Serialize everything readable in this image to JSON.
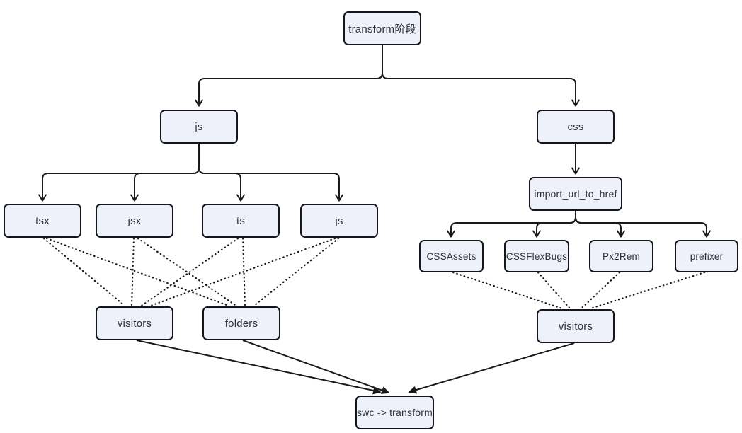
{
  "diagram_type": "flowchart",
  "colors": {
    "background": "#ffffff",
    "node_fill": "#eef1f9",
    "node_border": "#15151d",
    "node_text": "#2f2f3a",
    "edge": "#1a1a1a"
  },
  "nodes": {
    "transform_stage": {
      "label": "transform阶段"
    },
    "js_branch": {
      "label": "js"
    },
    "css_branch": {
      "label": "css"
    },
    "tsx": {
      "label": "tsx"
    },
    "jsx": {
      "label": "jsx"
    },
    "ts": {
      "label": "ts"
    },
    "js_leaf": {
      "label": "js"
    },
    "import_url_to_href": {
      "label": "import_url_to_href"
    },
    "css_assets": {
      "label": "CSSAssets"
    },
    "css_flex_bugs": {
      "label": "CSSFlexBugs"
    },
    "px2rem": {
      "label": "Px2Rem"
    },
    "prefixer": {
      "label": "prefixer"
    },
    "visitors_js": {
      "label": "visitors"
    },
    "folders": {
      "label": "folders"
    },
    "visitors_css": {
      "label": "visitors"
    },
    "swc_transform": {
      "label": "swc -> transform"
    }
  },
  "edges": [
    {
      "from": "transform_stage",
      "to": "js_branch",
      "style": "solid",
      "arrow": "open"
    },
    {
      "from": "transform_stage",
      "to": "css_branch",
      "style": "solid",
      "arrow": "open"
    },
    {
      "from": "js_branch",
      "to": "tsx",
      "style": "solid",
      "arrow": "open"
    },
    {
      "from": "js_branch",
      "to": "jsx",
      "style": "solid",
      "arrow": "open"
    },
    {
      "from": "js_branch",
      "to": "ts",
      "style": "solid",
      "arrow": "open"
    },
    {
      "from": "js_branch",
      "to": "js_leaf",
      "style": "solid",
      "arrow": "open"
    },
    {
      "from": "css_branch",
      "to": "import_url_to_href",
      "style": "solid",
      "arrow": "open"
    },
    {
      "from": "import_url_to_href",
      "to": "css_assets",
      "style": "solid",
      "arrow": "open"
    },
    {
      "from": "import_url_to_href",
      "to": "css_flex_bugs",
      "style": "solid",
      "arrow": "open"
    },
    {
      "from": "import_url_to_href",
      "to": "px2rem",
      "style": "solid",
      "arrow": "open"
    },
    {
      "from": "import_url_to_href",
      "to": "prefixer",
      "style": "solid",
      "arrow": "open"
    },
    {
      "from": "tsx",
      "to": "visitors_js",
      "style": "dotted",
      "arrow": "none"
    },
    {
      "from": "tsx",
      "to": "folders",
      "style": "dotted",
      "arrow": "none"
    },
    {
      "from": "jsx",
      "to": "visitors_js",
      "style": "dotted",
      "arrow": "none"
    },
    {
      "from": "jsx",
      "to": "folders",
      "style": "dotted",
      "arrow": "none"
    },
    {
      "from": "ts",
      "to": "visitors_js",
      "style": "dotted",
      "arrow": "none"
    },
    {
      "from": "ts",
      "to": "folders",
      "style": "dotted",
      "arrow": "none"
    },
    {
      "from": "js_leaf",
      "to": "visitors_js",
      "style": "dotted",
      "arrow": "none"
    },
    {
      "from": "js_leaf",
      "to": "folders",
      "style": "dotted",
      "arrow": "none"
    },
    {
      "from": "css_assets",
      "to": "visitors_css",
      "style": "dotted",
      "arrow": "none"
    },
    {
      "from": "css_flex_bugs",
      "to": "visitors_css",
      "style": "dotted",
      "arrow": "none"
    },
    {
      "from": "px2rem",
      "to": "visitors_css",
      "style": "dotted",
      "arrow": "none"
    },
    {
      "from": "prefixer",
      "to": "visitors_css",
      "style": "dotted",
      "arrow": "none"
    },
    {
      "from": "visitors_js",
      "to": "swc_transform",
      "style": "solid",
      "arrow": "filled"
    },
    {
      "from": "folders",
      "to": "swc_transform",
      "style": "solid",
      "arrow": "filled"
    },
    {
      "from": "visitors_css",
      "to": "swc_transform",
      "style": "solid",
      "arrow": "filled"
    }
  ]
}
